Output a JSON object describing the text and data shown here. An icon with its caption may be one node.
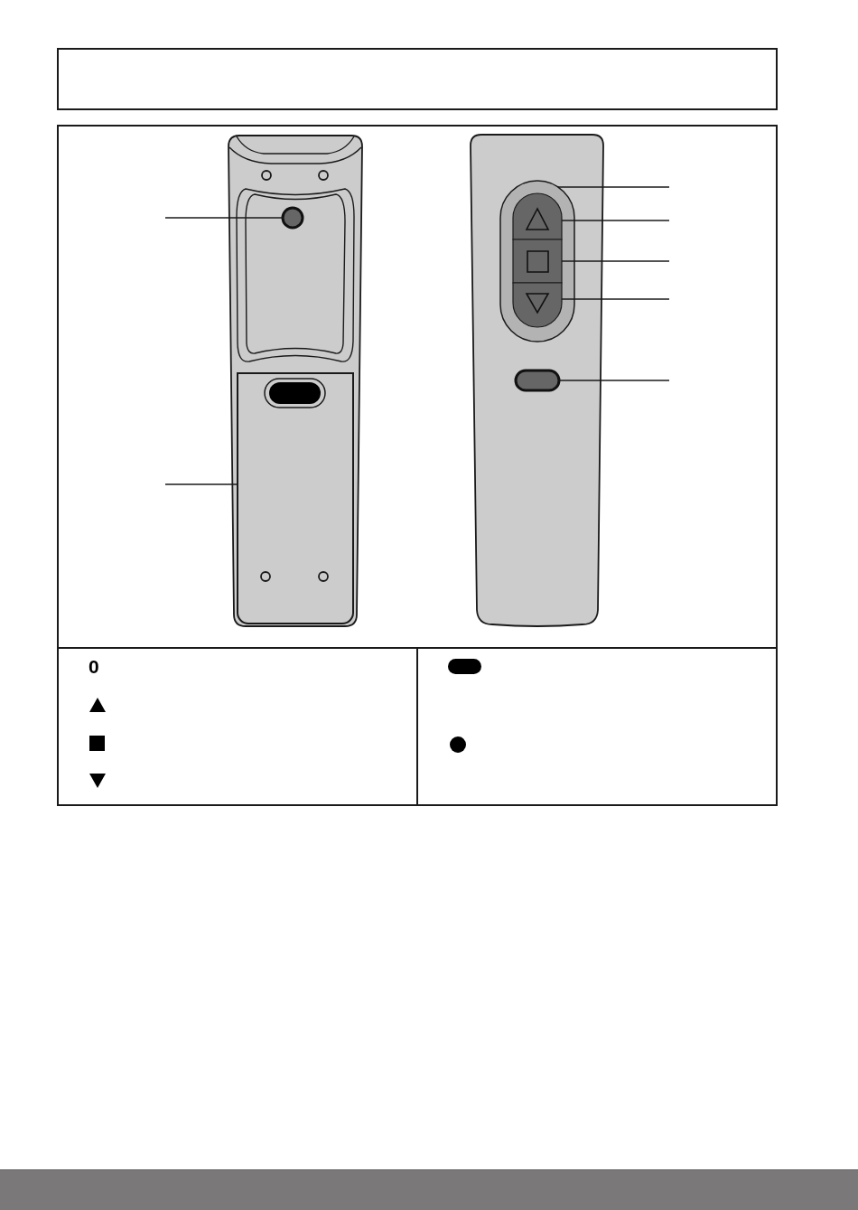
{
  "diagram": {
    "nodes": [
      {
        "text": [],
        "shape": "circle"
      },
      {
        "text": [],
        "shape": "box"
      },
      {
        "text": [],
        "shape": "oval"
      },
      {
        "text": [],
        "shape": "box",
        "in": 2
      },
      {
        "text": [],
        "shape": "box",
        "in": 2
      },
      {
        "text": [],
        "shape": "box",
        "in": 2
      },
      {
        "text": [],
        "shape": "oval"
      }
    ],
    "edges": [
      {
        "from": null,
        "to": 0,
        "arrow": "none"
      },
      {
        "from": null,
        "to": 1,
        "arrow": "none"
      },
      {
        "from": null,
        "to": 2,
        "arrow": "none"
      },
      {
        "from": null,
        "to": 3,
        "arrow": "none"
      },
      {
        "from": null,
        "to": 4,
        "arrow": "none"
      },
      {
        "from": null,
        "to": 5,
        "arrow": "none"
      },
      {
        "from": null,
        "to": 6,
        "arrow": "none"
      }
    ],
    "labels": [
      "0"
    ]
  }
}
